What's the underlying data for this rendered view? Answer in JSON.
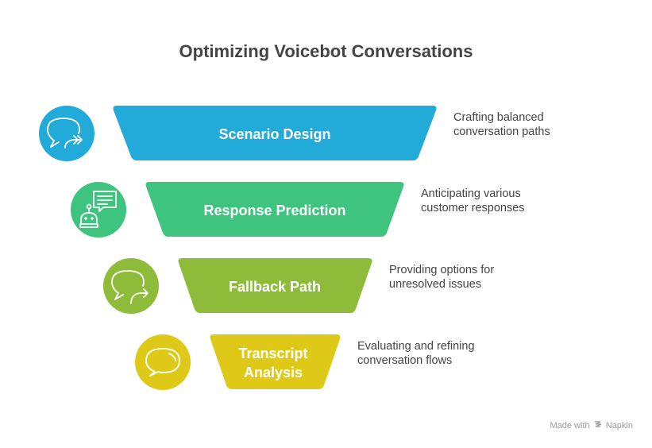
{
  "title": "Optimizing Voicebot Conversations",
  "stages": [
    {
      "label_lines": [
        "Scenario Design"
      ],
      "description_lines": [
        "Crafting balanced",
        "conversation paths"
      ],
      "color": "#22aad8",
      "icon": "chat-forward-double-arrow-icon"
    },
    {
      "label_lines": [
        "Response Prediction"
      ],
      "description_lines": [
        "Anticipating various",
        "customer responses"
      ],
      "color": "#3ec47e",
      "icon": "robot-chat-icon"
    },
    {
      "label_lines": [
        "Fallback Path"
      ],
      "description_lines": [
        "Providing options for",
        "unresolved issues"
      ],
      "color": "#8fbb3a",
      "icon": "chat-forward-arrow-icon"
    },
    {
      "label_lines": [
        "Transcript",
        "Analysis"
      ],
      "description_lines": [
        "Evaluating and refining",
        "conversation flows"
      ],
      "color": "#dfc918",
      "icon": "chat-bubble-icon"
    }
  ],
  "credit": {
    "prefix": "Made with",
    "brand": "Napkin"
  }
}
